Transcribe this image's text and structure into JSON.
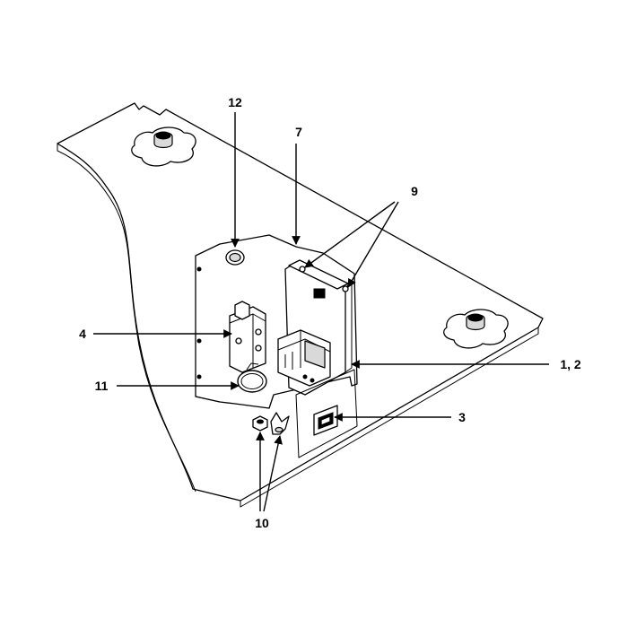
{
  "callouts": {
    "c12": "12",
    "c7": "7",
    "c9": "9",
    "c4": "4",
    "c1_2": "1, 2",
    "c11": "11",
    "c3": "3",
    "c10": "10"
  }
}
